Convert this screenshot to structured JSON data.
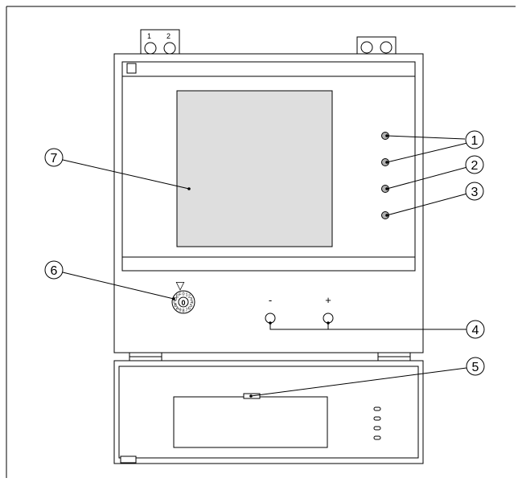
{
  "terminals": {
    "label_1": "1",
    "label_2": "2"
  },
  "buttons": {
    "minus": "-",
    "plus": "+"
  },
  "rotary_switch": {
    "indicator": "▽",
    "digits": [
      "0",
      "1",
      "2",
      "3",
      "4",
      "5",
      "6",
      "7",
      "8",
      "9",
      "A",
      "B",
      "C",
      "D",
      "E",
      "F"
    ],
    "pointer": "0"
  },
  "callouts": {
    "c1": "1",
    "c2": "2",
    "c3": "3",
    "c4": "4",
    "c5": "5",
    "c6": "6",
    "c7": "7"
  },
  "colors": {
    "line": "#000000",
    "display": "#dedede",
    "panel_fill": "#ececec",
    "led": "#b0b0b0"
  }
}
